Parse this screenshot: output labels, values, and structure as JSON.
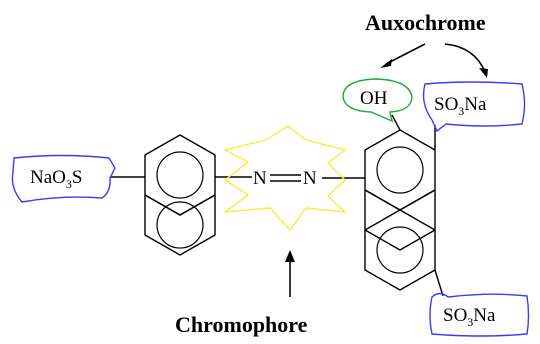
{
  "labels": {
    "auxochrome": "Auxochrome",
    "chromophore": "Chromophore",
    "azo_left_n": "N",
    "azo_right_n": "N",
    "hydroxyl": "OH",
    "sulfonate_left": {
      "prefix": "NaO",
      "sub": "3",
      "suffix": "S"
    },
    "sulfonate_top_right": {
      "prefix": "SO",
      "sub": "3",
      "suffix": "Na"
    },
    "sulfonate_bottom_right": {
      "prefix": "SO",
      "sub": "3",
      "suffix": "Na"
    }
  },
  "colors": {
    "auxochrome_box": "#3a3aff",
    "hydroxyl_bubble": "#1fa83a",
    "chromophore_star": "#f2ee3c",
    "structure": "#000000"
  }
}
